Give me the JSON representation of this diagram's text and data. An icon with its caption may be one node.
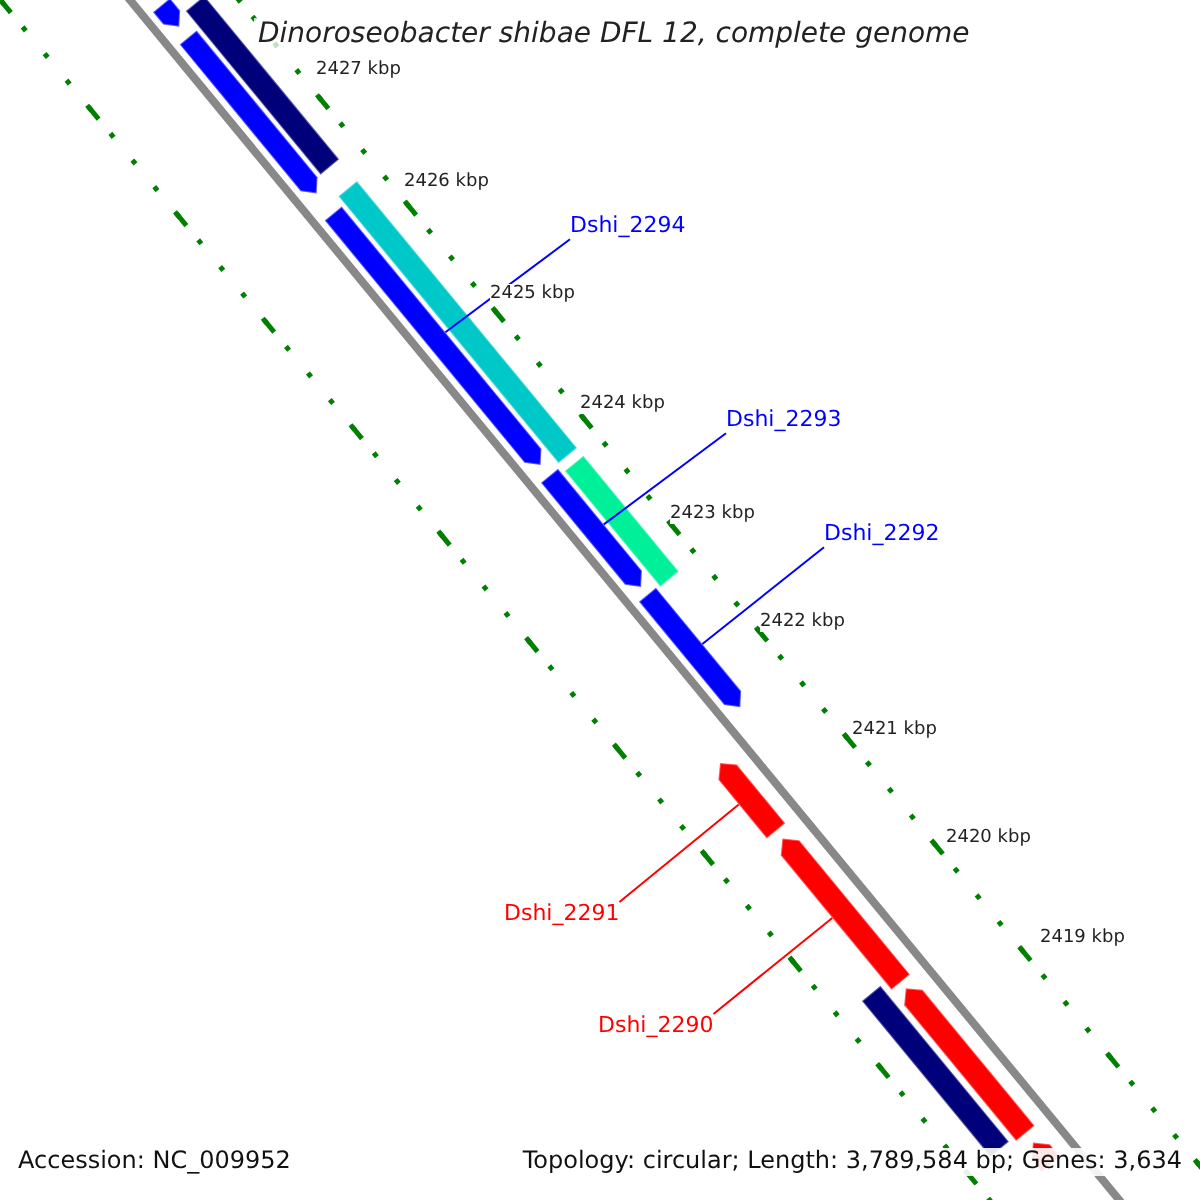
{
  "diagram": {
    "title": "Dinoroseobacter shibae DFL 12, complete genome",
    "nodes": [
      {
        "text": [
          "Dshi_2294"
        ]
      },
      {
        "text": [
          "Dshi_2293"
        ]
      },
      {
        "text": [
          "Dshi_2292"
        ]
      },
      {
        "text": [
          "Dshi_2291"
        ]
      },
      {
        "text": [
          "Dshi_2290"
        ]
      },
      {
        "text": [],
        "shape": "bar"
      },
      {
        "text": [],
        "shape": "bar"
      },
      {
        "text": [],
        "shape": "bar"
      },
      {
        "text": [],
        "shape": "bar"
      },
      {
        "text": [],
        "shape": "bar"
      },
      {
        "text": [],
        "shape": "bar"
      },
      {
        "text": [],
        "shape": "bar"
      },
      {
        "text": [],
        "shape": "bar"
      },
      {
        "text": [],
        "shape": "bar"
      },
      {
        "text": [],
        "shape": "bar"
      },
      {
        "text": [],
        "shape": "bar"
      },
      {
        "text": [],
        "shape": "bar"
      },
      {
        "text": [],
        "shape": "bar"
      }
    ],
    "edges": [
      {
        "from": 0,
        "to": 9,
        "arrow": "none"
      },
      {
        "from": 1,
        "to": 11,
        "arrow": "none"
      },
      {
        "from": 2,
        "to": 12,
        "arrow": "none"
      },
      {
        "from": 3,
        "to": 13,
        "arrow": "none",
        "color": "#ff0000"
      },
      {
        "from": 4,
        "to": 14,
        "arrow": "none",
        "color": "#ff0000"
      }
    ],
    "labels": [
      "2427 kbp",
      "2426 kbp",
      "2425 kbp",
      "2424 kbp",
      "2423 kbp",
      "2422 kbp",
      "2421 kbp",
      "2420 kbp",
      "2419 kbp",
      "Accession: NC_009952",
      "Topology: circular; Length: 3,789,584 bp; Genes: 3,634"
    ]
  }
}
